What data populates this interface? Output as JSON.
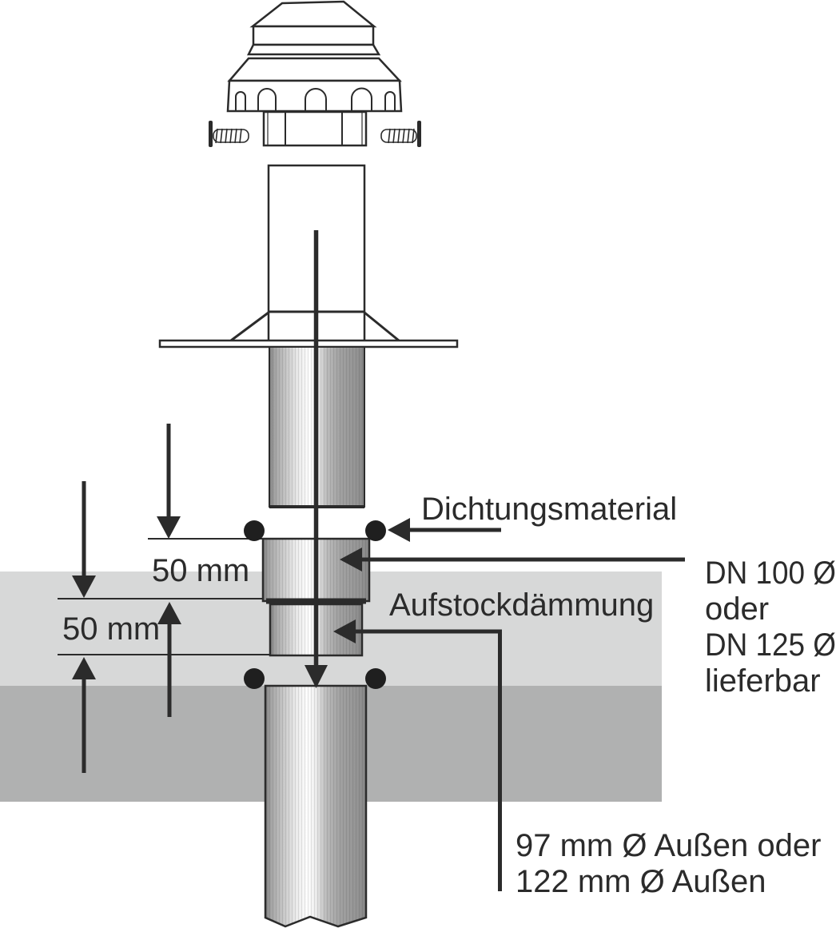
{
  "diagram": {
    "labels": {
      "sealing_material": "Dichtungsmaterial",
      "insulation": "Aufstockdämmung",
      "dim_upper": "50 mm",
      "dim_lower": "50 mm"
    },
    "dn_note": {
      "lines": [
        "DN 100 Ø",
        "oder",
        "DN 125 Ø",
        "lieferbar"
      ]
    },
    "outer_note": {
      "lines": [
        "97 mm Ø Außen oder",
        "122 mm Ø Außen"
      ]
    },
    "colors": {
      "ink": "#2b2b2b",
      "insulation_upper_layer": "#d7d8d8",
      "insulation_lower_layer": "#b0b1b1",
      "seal_dot": "#1f1f1f",
      "pipe_highlight": "#ffffff",
      "pipe_shade": "#8a8a8a"
    }
  }
}
